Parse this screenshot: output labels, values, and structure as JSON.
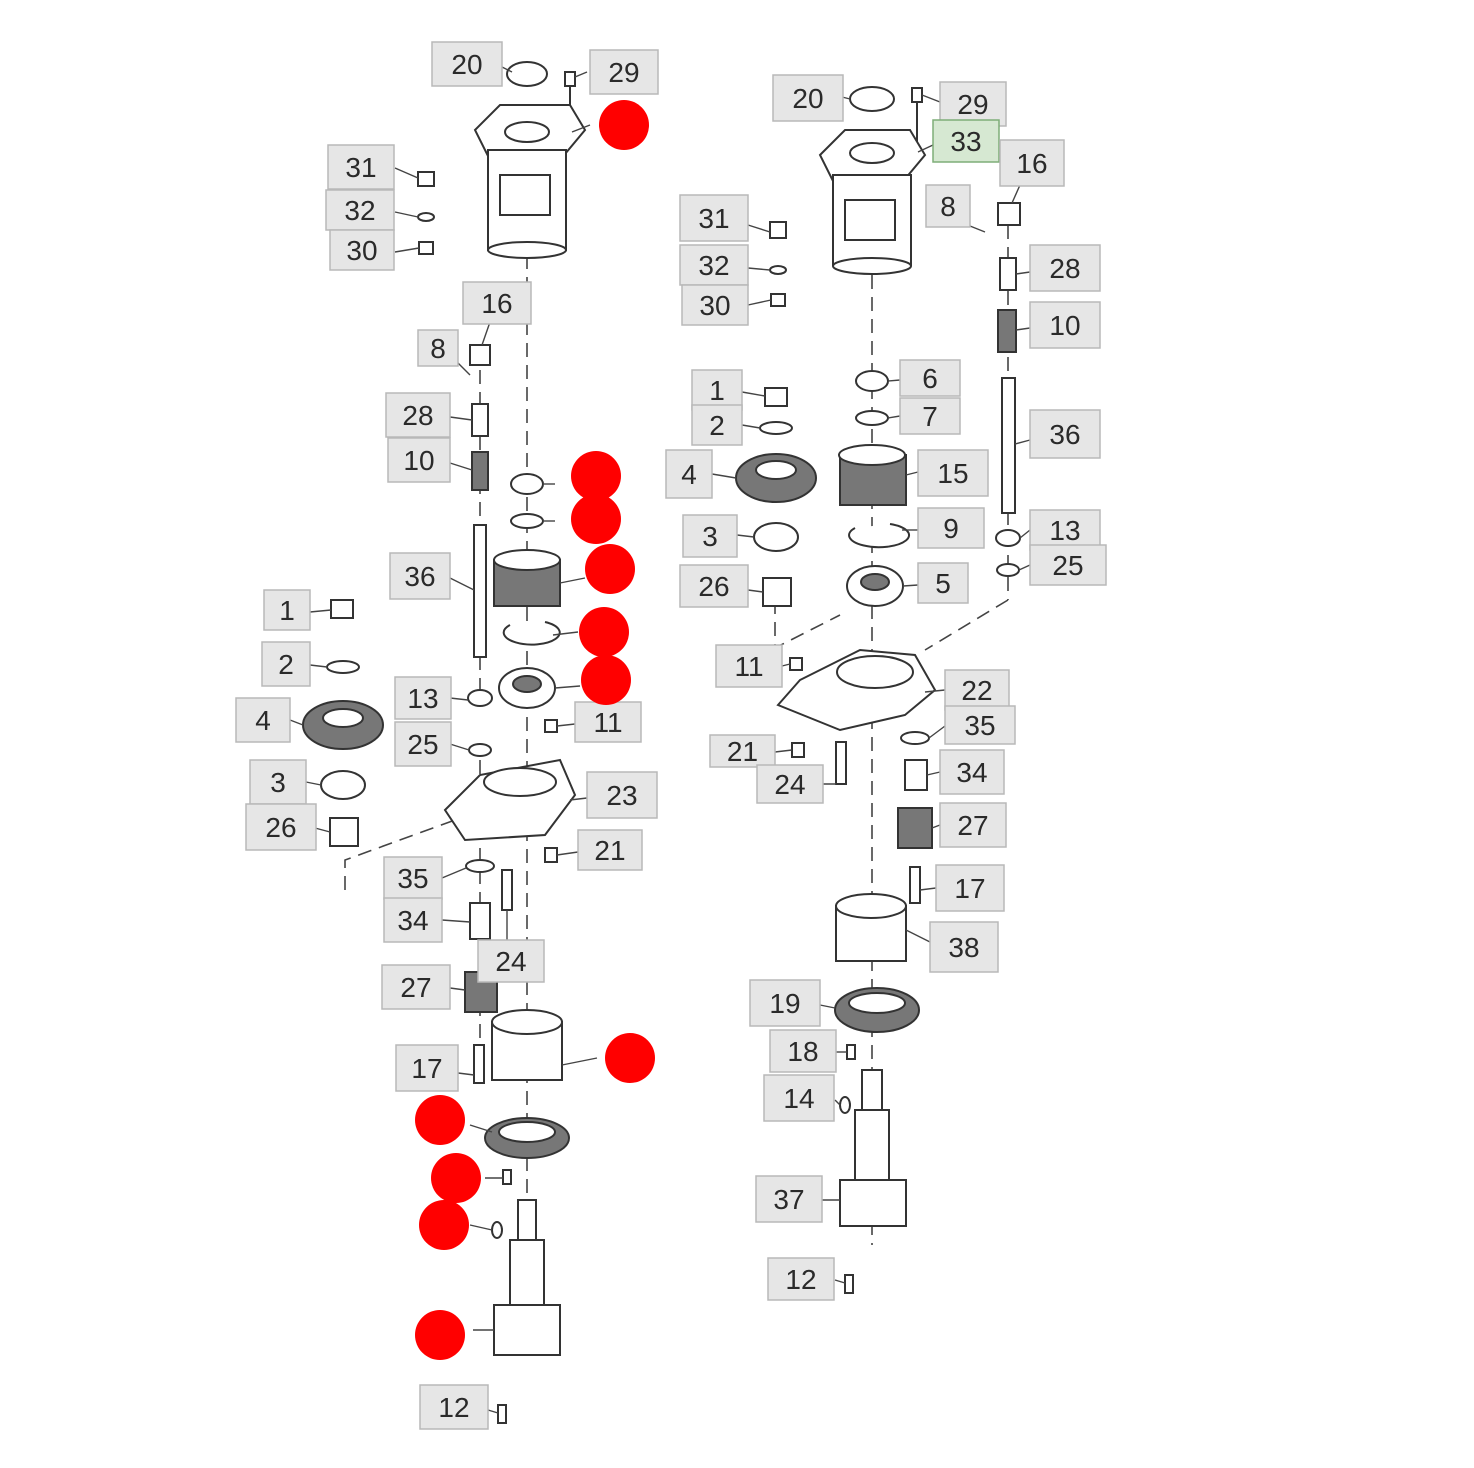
{
  "callouts": [
    {
      "id": "l20",
      "text": "20"
    },
    {
      "id": "l29",
      "text": "29"
    },
    {
      "id": "l31",
      "text": "31"
    },
    {
      "id": "l32",
      "text": "32"
    },
    {
      "id": "l30",
      "text": "30"
    },
    {
      "id": "l16",
      "text": "16"
    },
    {
      "id": "l8",
      "text": "8"
    },
    {
      "id": "l28",
      "text": "28"
    },
    {
      "id": "l10",
      "text": "10"
    },
    {
      "id": "l36",
      "text": "36"
    },
    {
      "id": "l1",
      "text": "1"
    },
    {
      "id": "l2",
      "text": "2"
    },
    {
      "id": "l4",
      "text": "4"
    },
    {
      "id": "l3",
      "text": "3"
    },
    {
      "id": "l26",
      "text": "26"
    },
    {
      "id": "l13",
      "text": "13"
    },
    {
      "id": "l25",
      "text": "25"
    },
    {
      "id": "l11",
      "text": "11"
    },
    {
      "id": "l23",
      "text": "23"
    },
    {
      "id": "l21",
      "text": "21"
    },
    {
      "id": "l35",
      "text": "35"
    },
    {
      "id": "l34",
      "text": "34"
    },
    {
      "id": "l24",
      "text": "24"
    },
    {
      "id": "l27",
      "text": "27"
    },
    {
      "id": "l17",
      "text": "17"
    },
    {
      "id": "l12",
      "text": "12"
    },
    {
      "id": "r20",
      "text": "20"
    },
    {
      "id": "r29",
      "text": "29"
    },
    {
      "id": "r33",
      "text": "33",
      "highlight": true
    },
    {
      "id": "r16",
      "text": "16"
    },
    {
      "id": "r8",
      "text": "8"
    },
    {
      "id": "r31",
      "text": "31"
    },
    {
      "id": "r32",
      "text": "32"
    },
    {
      "id": "r30",
      "text": "30"
    },
    {
      "id": "r28",
      "text": "28"
    },
    {
      "id": "r10",
      "text": "10"
    },
    {
      "id": "r6",
      "text": "6"
    },
    {
      "id": "r1",
      "text": "1"
    },
    {
      "id": "r7",
      "text": "7"
    },
    {
      "id": "r2",
      "text": "2"
    },
    {
      "id": "r36",
      "text": "36"
    },
    {
      "id": "r4",
      "text": "4"
    },
    {
      "id": "r15",
      "text": "15"
    },
    {
      "id": "r3",
      "text": "3"
    },
    {
      "id": "r9",
      "text": "9"
    },
    {
      "id": "r13",
      "text": "13"
    },
    {
      "id": "r26",
      "text": "26"
    },
    {
      "id": "r25",
      "text": "25"
    },
    {
      "id": "r5",
      "text": "5"
    },
    {
      "id": "r11",
      "text": "11"
    },
    {
      "id": "r22",
      "text": "22"
    },
    {
      "id": "r35",
      "text": "35"
    },
    {
      "id": "r21",
      "text": "21"
    },
    {
      "id": "r24",
      "text": "24"
    },
    {
      "id": "r34",
      "text": "34"
    },
    {
      "id": "r27",
      "text": "27"
    },
    {
      "id": "r17",
      "text": "17"
    },
    {
      "id": "r38",
      "text": "38"
    },
    {
      "id": "r19",
      "text": "19"
    },
    {
      "id": "r18",
      "text": "18"
    },
    {
      "id": "r14",
      "text": "14"
    },
    {
      "id": "r37",
      "text": "37"
    },
    {
      "id": "r12",
      "text": "12"
    }
  ],
  "colors": {
    "label_fill": "#e6e6e6",
    "label_stroke": "#b8b8b8",
    "highlight_fill": "#d6e8d2",
    "highlight_stroke": "#7fae78",
    "marker": "#ff0000",
    "line": "#444444"
  }
}
